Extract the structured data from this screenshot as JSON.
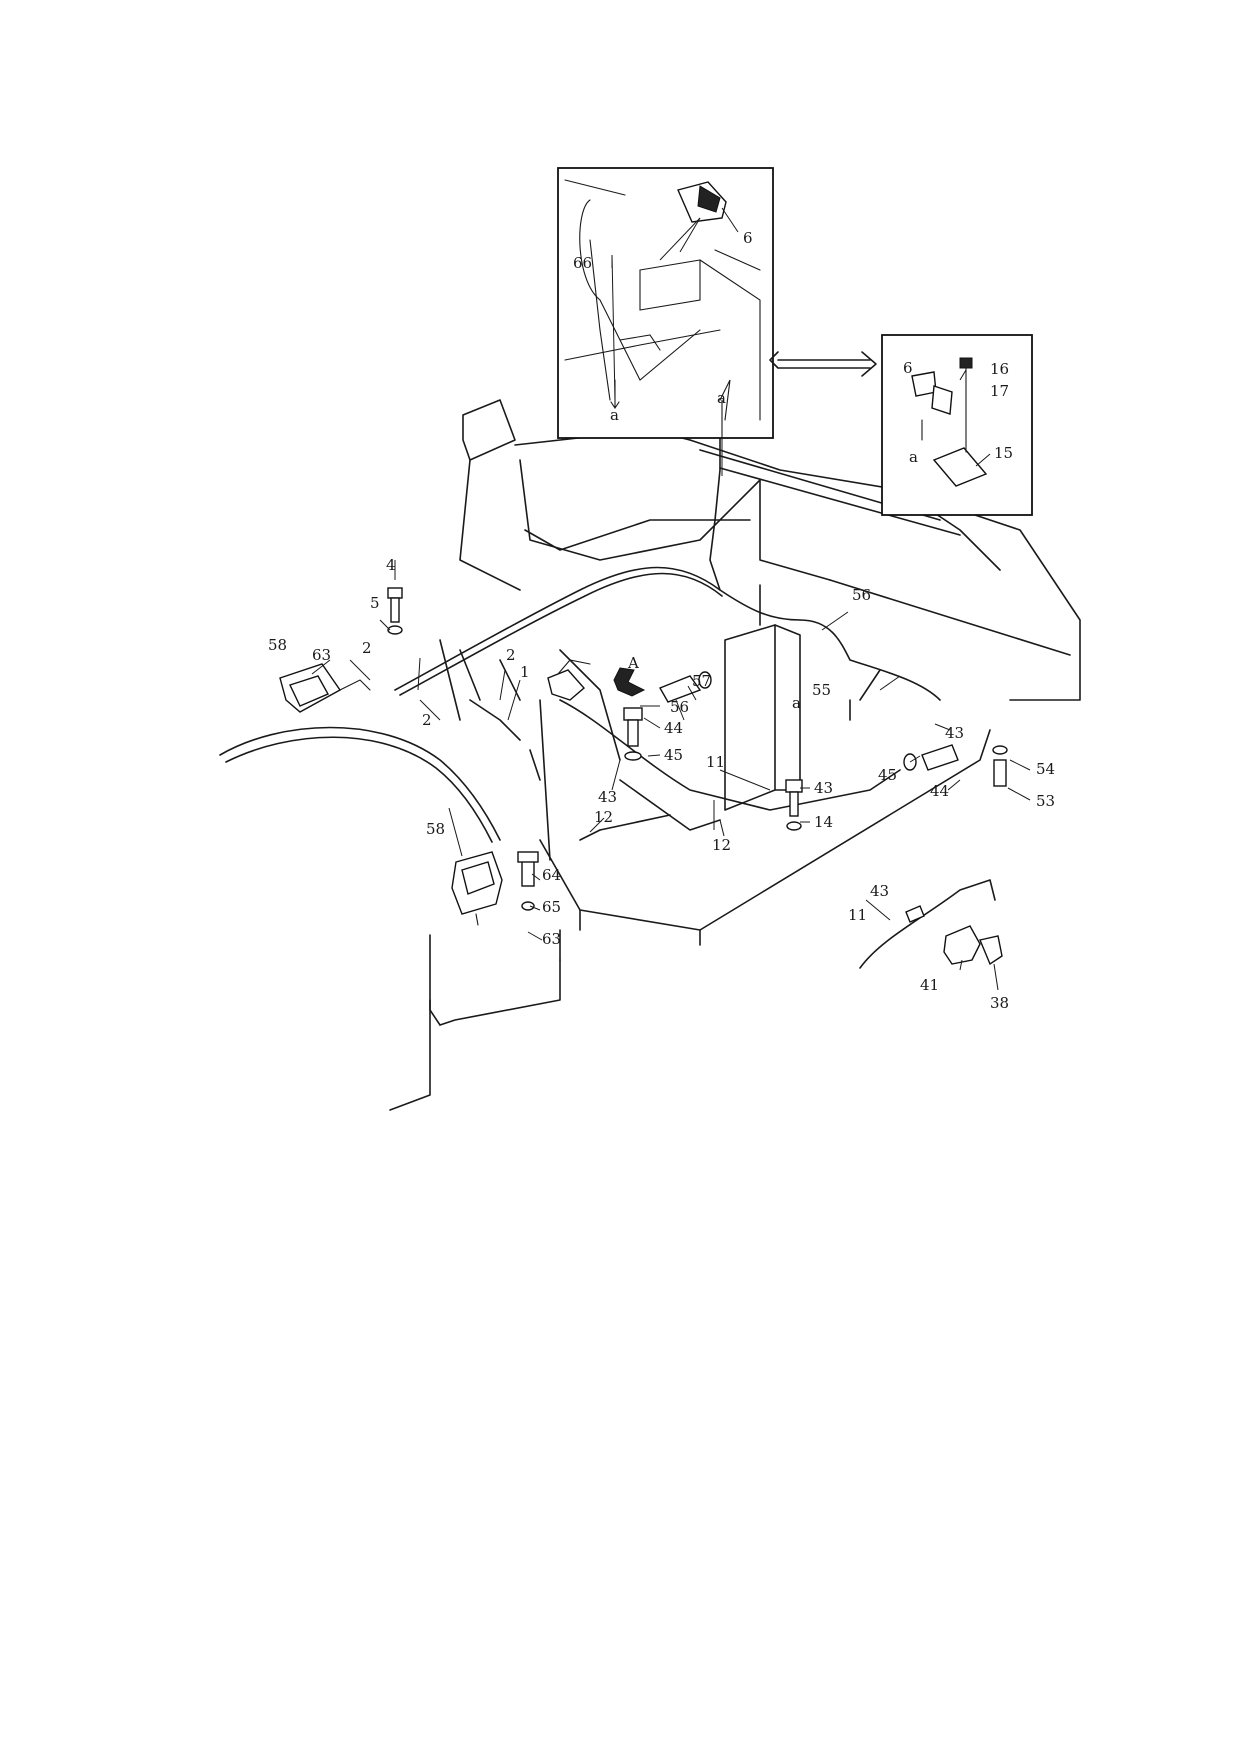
{
  "labels": {
    "p1": "1",
    "p2a": "2",
    "p2b": "2",
    "p2c": "2",
    "p4": "4",
    "p5": "5",
    "p6_top": "6",
    "p6_inset": "6",
    "p11": "11",
    "p11_detail": "11",
    "p12a": "12",
    "p12b": "12",
    "p14": "14",
    "p15": "15",
    "p16": "16",
    "p17": "17",
    "p38": "38",
    "p41": "41",
    "p43a": "43",
    "p43b": "43",
    "p43c": "43",
    "p43d": "43",
    "p44a": "44",
    "p44b": "44",
    "p45a": "45",
    "p45b": "45",
    "p53": "53",
    "p54": "54",
    "p55": "55",
    "p56a": "56",
    "p56b": "56",
    "p57": "57",
    "p58a": "58",
    "p58b": "58",
    "p63a": "63",
    "p63b": "63",
    "p64": "64",
    "p65": "65",
    "p66": "66",
    "ref_a1": "a",
    "ref_a2": "a",
    "ref_a3": "a",
    "ref_a4": "a",
    "view_A": "A"
  }
}
